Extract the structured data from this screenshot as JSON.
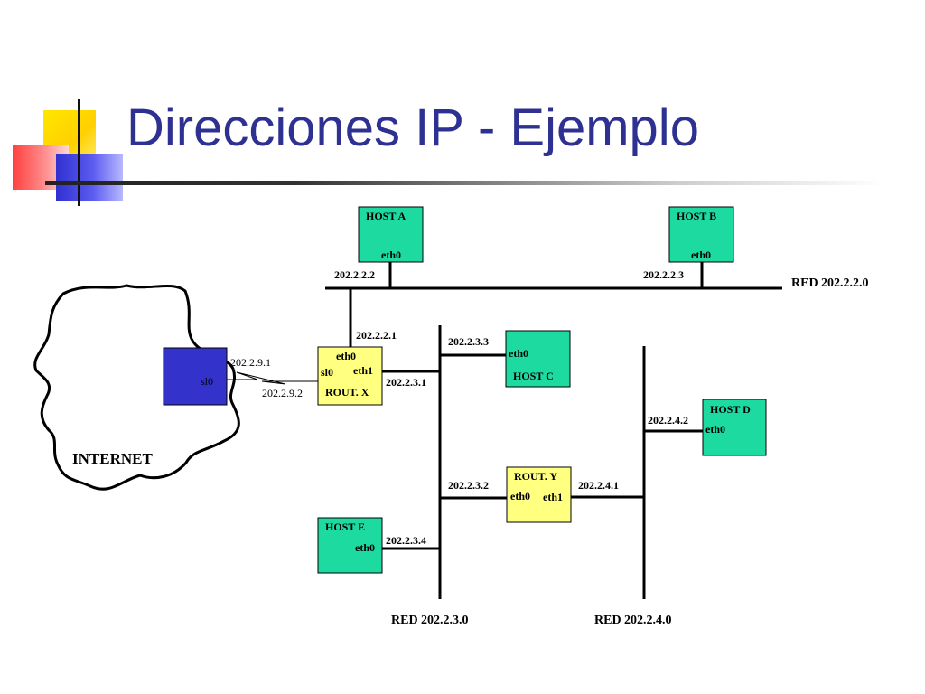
{
  "title": "Direcciones IP - Ejemplo",
  "colors": {
    "title": "#2e3192",
    "host": "#1ddba0",
    "router": "#ffff80",
    "internet_node": "#3333cc"
  },
  "internet": {
    "label": "INTERNET",
    "node_iface": "sl0"
  },
  "serial_link": {
    "ip_internet": "202.2.9.1",
    "ip_router": "202.2.9.2"
  },
  "hosts": {
    "a": {
      "name": "HOST A",
      "iface": "eth0",
      "ip": "202.2.2.2"
    },
    "b": {
      "name": "HOST B",
      "iface": "eth0",
      "ip": "202.2.2.3"
    },
    "c": {
      "name": "HOST C",
      "iface": "eth0",
      "ip": "202.2.3.3"
    },
    "d": {
      "name": "HOST D",
      "iface": "eth0",
      "ip": "202.2.4.2"
    },
    "e": {
      "name": "HOST E",
      "iface": "eth0",
      "ip": "202.2.3.4"
    }
  },
  "routers": {
    "x": {
      "name": "ROUT. X",
      "iface_top": "eth0",
      "iface_left": "sl0",
      "iface_right": "eth1",
      "ip_top": "202.2.2.1",
      "ip_right": "202.2.3.1"
    },
    "y": {
      "name": "ROUT. Y",
      "iface_left": "eth0",
      "iface_right": "eth1",
      "ip_left": "202.2.3.2",
      "ip_right": "202.2.4.1"
    }
  },
  "networks": {
    "net1": "RED 202.2.2.0",
    "net2": "RED 202.2.3.0",
    "net3": "RED 202.2.4.0"
  }
}
